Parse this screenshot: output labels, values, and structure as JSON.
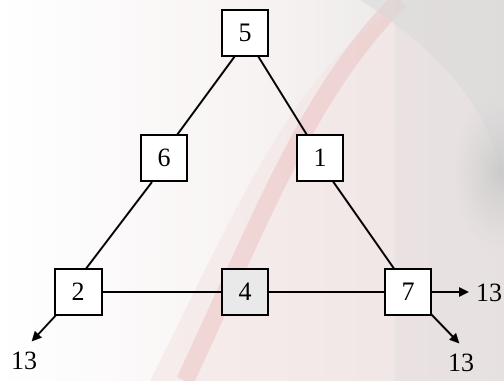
{
  "nodes": {
    "top": "5",
    "left_mid": "6",
    "right_mid": "1",
    "bottom_left": "2",
    "bottom_mid": "4",
    "bottom_right": "7"
  },
  "outputs": {
    "bottom_left_out": "13",
    "right_out": "13",
    "bottom_right_out": "13"
  },
  "colors": {
    "line": "#000000",
    "box_fill": "#ffffff",
    "shaded_box_fill": "#e9e9e9",
    "background_accent": "#c0392b"
  }
}
